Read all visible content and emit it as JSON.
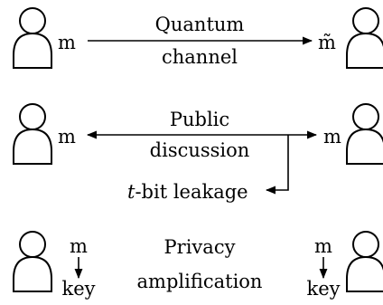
{
  "row1": {
    "left_symbol": "m",
    "label_line1": "Quantum",
    "label_line2": "channel",
    "right_symbol": "m̃"
  },
  "row2": {
    "left_symbol": "m",
    "label_line1": "Public",
    "label_line2": "discussion",
    "right_symbol": "m",
    "leakage_var": "t",
    "leakage_text": "-bit leakage"
  },
  "row3": {
    "left_top": "m",
    "left_bottom": "key",
    "label_line1": "Privacy",
    "label_line2": "amplification",
    "right_top": "m",
    "right_bottom": "key"
  }
}
